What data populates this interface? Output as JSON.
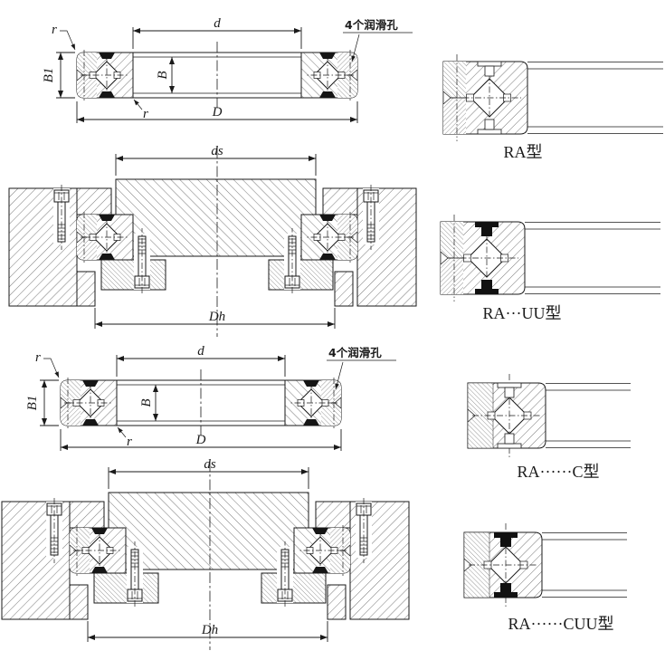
{
  "colors": {
    "ink": "#1a1a1a",
    "paper": "#ffffff",
    "seal": "#111111"
  },
  "drawings": {
    "ra_section": {
      "r_top": "r",
      "d": "d",
      "lube_holes": "4个润滑孔",
      "b1": "B1",
      "b": "B",
      "r_inner": "r",
      "outer_diameter": "D"
    },
    "ra_mounted": {
      "shaft_seat": "ds",
      "housing_bore": "Dh"
    },
    "c_section": {
      "r_top": "r",
      "d": "d",
      "lube_holes": "4个润滑孔",
      "b1": "B1",
      "b": "B",
      "r_inner": "r",
      "outer_diameter": "D"
    },
    "c_mounted": {
      "shaft_seat": "ds",
      "housing_bore": "Dh"
    }
  },
  "details": {
    "ra": {
      "label": "RA型"
    },
    "ra_uu": {
      "label": "RA···UU型"
    },
    "c": {
      "label": "RA······C型"
    },
    "c_uu": {
      "label": "RA······CUU型"
    }
  }
}
